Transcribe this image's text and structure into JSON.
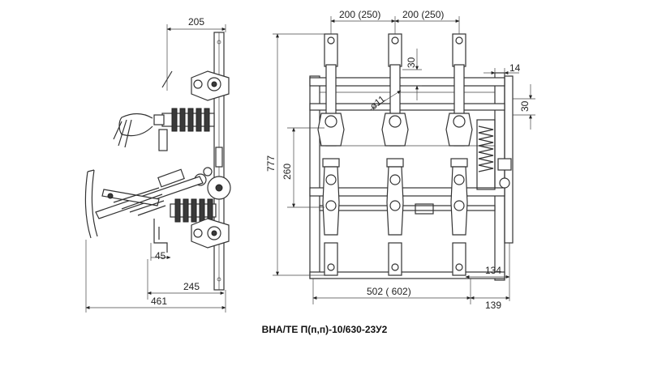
{
  "title": "ВНА/ТЕ П(п,п)-10/630-23У2",
  "side_view": {
    "dim_top": "205",
    "dim_45": "45",
    "dim_245": "245",
    "dim_461": "461"
  },
  "front_view": {
    "dim_pitch_1": "200 (250)",
    "dim_pitch_2": "200 (250)",
    "dim_30_top": "30",
    "dim_hole": "ø11",
    "dim_14": "14",
    "dim_30_right": "30",
    "dim_777": "777",
    "dim_260": "260",
    "dim_134": "134",
    "dim_502": "502 ( 602)",
    "dim_139": "139"
  }
}
